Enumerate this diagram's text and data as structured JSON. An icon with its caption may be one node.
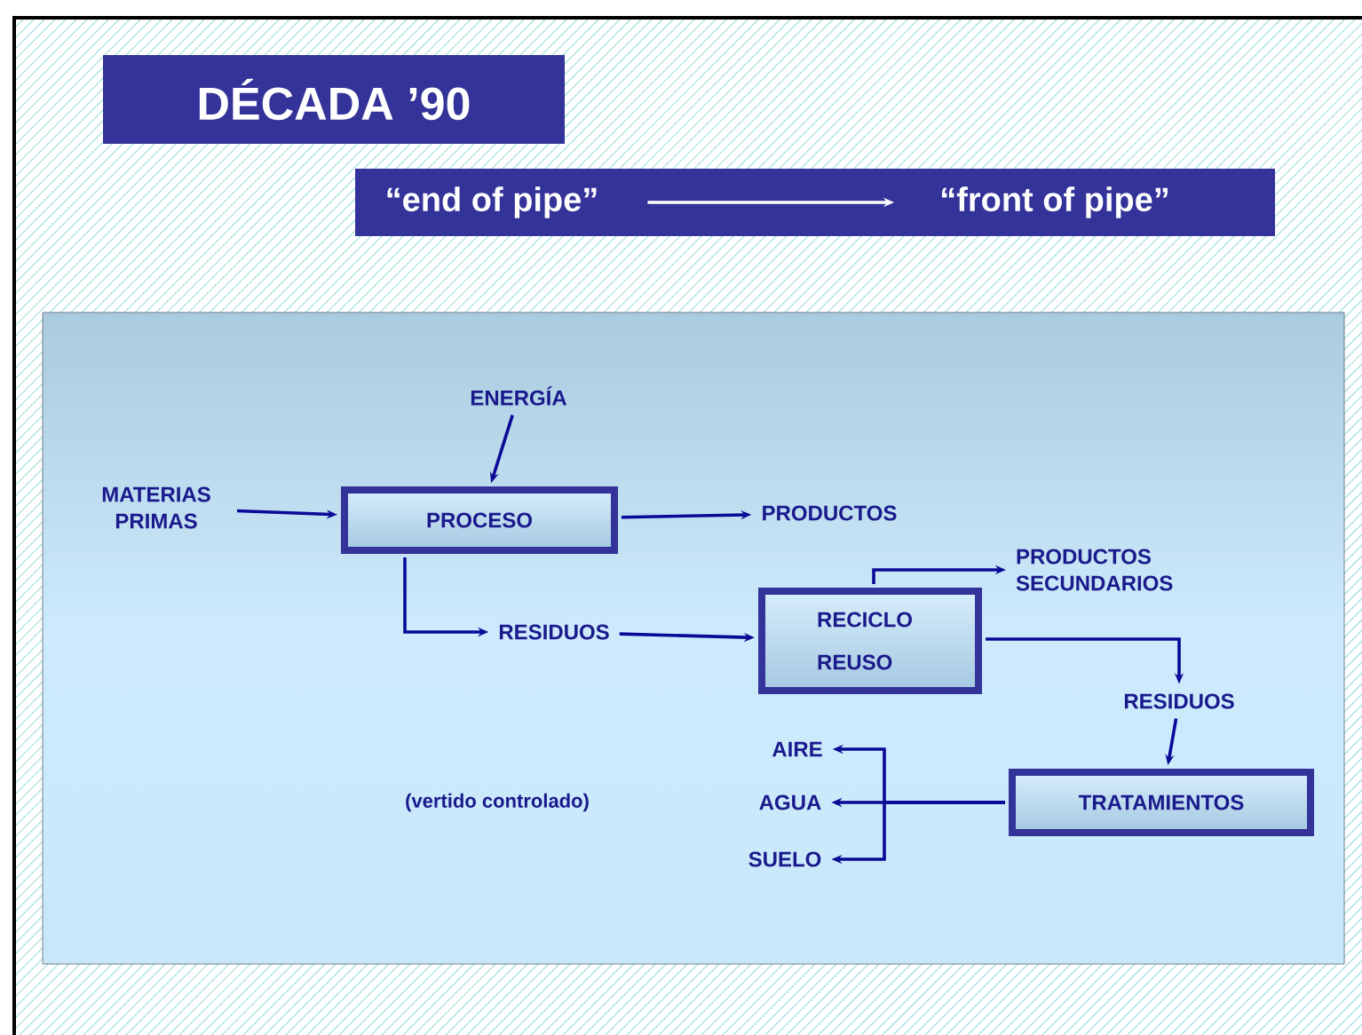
{
  "diagram": {
    "title": "DÉCADA ’90",
    "nodes": [
      {
        "text": [
          "“end of pipe”"
        ]
      },
      {
        "text": [
          "“front of pipe”"
        ]
      },
      {
        "text": [
          "MATERIAS PRIMAS"
        ]
      },
      {
        "text": [
          "ENERGÍA"
        ]
      },
      {
        "text": [
          "PROCESO"
        ]
      },
      {
        "text": [
          "PRODUCTOS"
        ]
      },
      {
        "text": [
          "RESIDUOS"
        ]
      },
      {
        "text": [
          "PRODUCTOS SECUNDARIOS"
        ]
      },
      {
        "text": [
          "RECICLO REUSO"
        ]
      },
      {
        "text": [
          "RESIDUOS"
        ]
      },
      {
        "text": [
          "AIRE"
        ]
      },
      {
        "text": [
          "AGUA"
        ]
      },
      {
        "text": [
          "SUELO"
        ]
      },
      {
        "text": [
          "TRATAMIENTOS"
        ]
      }
    ],
    "edges": [
      {
        "from": 0,
        "to": 1,
        "arrow": "to",
        "color": "#ffffff"
      },
      {
        "from": 2,
        "to": 4,
        "arrow": "to"
      },
      {
        "from": 3,
        "to": 4,
        "arrow": "to"
      },
      {
        "from": 4,
        "to": 5,
        "arrow": "to"
      },
      {
        "from": 4,
        "to": 6,
        "arrow": "to"
      },
      {
        "from": 6,
        "to": 8,
        "arrow": "to"
      },
      {
        "from": 8,
        "to": 7,
        "arrow": "to"
      },
      {
        "from": 8,
        "to": 9,
        "arrow": "to"
      },
      {
        "from": 9,
        "to": 13,
        "arrow": "to"
      },
      {
        "from": 13,
        "to": 10,
        "arrow": "to"
      },
      {
        "from": 13,
        "to": 11,
        "arrow": "to"
      },
      {
        "from": 13,
        "to": 12,
        "arrow": "to"
      }
    ],
    "labels": [
      "(vertido controlado)"
    ]
  }
}
